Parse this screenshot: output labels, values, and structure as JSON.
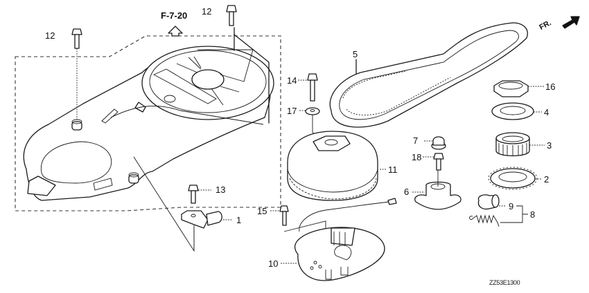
{
  "diagram": {
    "reference": "F-7-20",
    "direction_label": "FR.",
    "drawing_code": "ZZ53E1300",
    "callouts": [
      {
        "id": "12a",
        "label": "12",
        "part": "bolt"
      },
      {
        "id": "12b",
        "label": "12",
        "part": "bolt"
      },
      {
        "id": "14",
        "label": "14",
        "part": "bolt"
      },
      {
        "id": "17",
        "label": "17",
        "part": "washer"
      },
      {
        "id": "5",
        "label": "5",
        "part": "belt"
      },
      {
        "id": "16",
        "label": "16",
        "part": "nut"
      },
      {
        "id": "4",
        "label": "4",
        "part": "washer"
      },
      {
        "id": "3",
        "label": "3",
        "part": "sprocket"
      },
      {
        "id": "2",
        "label": "2",
        "part": "plate"
      },
      {
        "id": "7",
        "label": "7",
        "part": "cap"
      },
      {
        "id": "18",
        "label": "18",
        "part": "bolt"
      },
      {
        "id": "11",
        "label": "11",
        "part": "flywheel-pulley"
      },
      {
        "id": "6",
        "label": "6",
        "part": "boss"
      },
      {
        "id": "9",
        "label": "9",
        "part": "roller"
      },
      {
        "id": "8",
        "label": "8",
        "part": "spring-set"
      },
      {
        "id": "13",
        "label": "13",
        "part": "bolt"
      },
      {
        "id": "1",
        "label": "1",
        "part": "sensor"
      },
      {
        "id": "15",
        "label": "15",
        "part": "screw"
      },
      {
        "id": "10",
        "label": "10",
        "part": "base-plate"
      }
    ]
  }
}
